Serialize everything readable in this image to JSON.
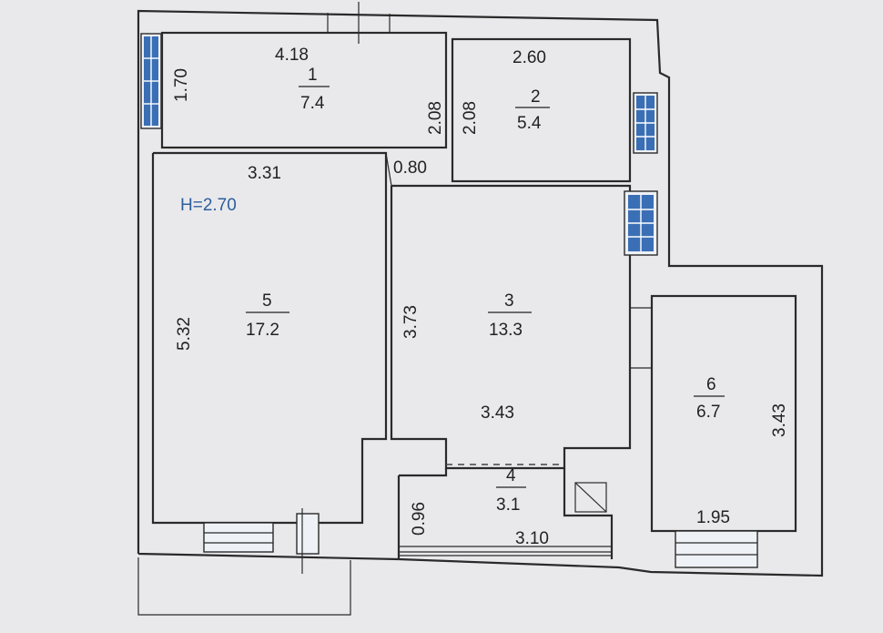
{
  "ceiling_height": "H=2.70",
  "rooms": [
    {
      "number": "1",
      "area": "7.4"
    },
    {
      "number": "2",
      "area": "5.4"
    },
    {
      "number": "3",
      "area": "13.3"
    },
    {
      "number": "4",
      "area": "3.1"
    },
    {
      "number": "5",
      "area": "17.2"
    },
    {
      "number": "6",
      "area": "6.7"
    }
  ],
  "dimensions": {
    "r1_width": "4.18",
    "r1_height": "1.70",
    "r1_right": "2.08",
    "r2_width": "2.60",
    "r2_left": "2.08",
    "r5_width": "3.31",
    "r5_height": "5.32",
    "hall_gap": "0.80",
    "r3_left": "3.73",
    "r3_width": "3.43",
    "r4_left": "0.96",
    "r4_width": "3.10",
    "r6_height": "3.43",
    "r6_width": "1.95"
  }
}
